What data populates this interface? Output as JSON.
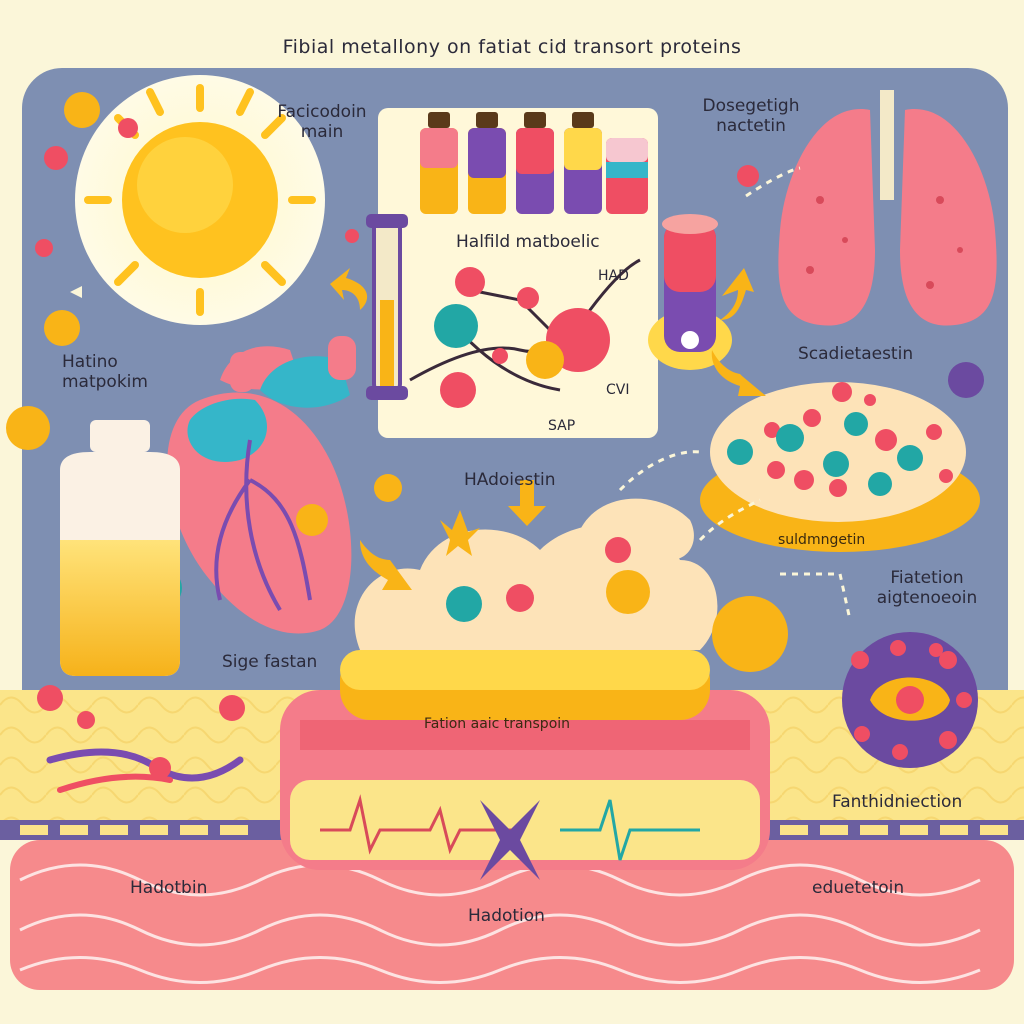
{
  "title": "Fibial metallony on fatiat cid transort proteins",
  "labels": {
    "sun": "Facicodoin\nmain",
    "lung": "Dosegetigh\nnactetin",
    "flask": "Halfild matboelic",
    "flask_hao": "HAD",
    "flask_cvi": "CVI",
    "flask_sap": "SAP",
    "heart": "Hatino\nmatpokim",
    "center": "HAdoiestin",
    "right_dish_title": "Scadietaestin",
    "right_dish_base": "suldmngetin",
    "bottle": "Sige fastan",
    "stack_plate": "Fation aaic transpoin",
    "cell": "Fiatetion\naigtenoeoin",
    "right_bottom": "Fanthidniection",
    "ground_left": "Hadotbin",
    "ground_mid": "Hadotion",
    "ground_right": "eduetetoin"
  },
  "colors": {
    "sky": "#7e8fb2",
    "ground": "#fbe58a",
    "tissue": "#f47c8a",
    "sun": "#ffc21f",
    "molecule_teal": "#22a7a5",
    "molecule_red": "#ef4e63",
    "molecule_orange": "#f9b417",
    "membrane_purple": "#6b4aa0"
  }
}
